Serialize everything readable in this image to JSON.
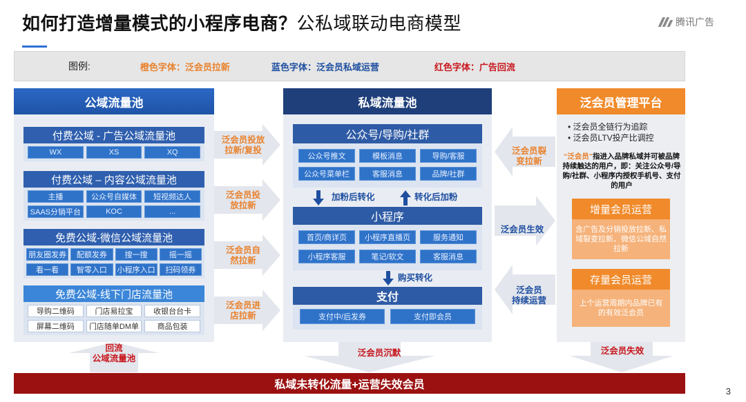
{
  "header": {
    "title_main": "如何打造增量模式的小程序电商？",
    "title_sub": "公私域联动电商模型",
    "brand": "腾讯广告"
  },
  "legend": {
    "title": "图例:",
    "orange_label": "橙色字体：泛会员拉新",
    "blue_label": "蓝色字体：泛会员私域运营",
    "red_label": "红色字体：广告回流",
    "colors": {
      "orange": "#e9822e",
      "blue": "#1f4fa0",
      "red": "#c8161d"
    }
  },
  "public_pool": {
    "title": "公域流量池",
    "groups": [
      {
        "title": "付费公域 - 广告公域流量池",
        "chips": [
          "WX",
          "XS",
          "XQ"
        ]
      },
      {
        "title": "付费公域 – 内容公域流量池",
        "chips": [
          "主播",
          "公众号自媒体",
          "短视频达人",
          "SAAS分销平台",
          "KOC",
          "..."
        ]
      },
      {
        "title": "免费公域-微信公域流量池",
        "chips": [
          "朋友圈发券",
          "配额发券",
          "搜一搜",
          "摇一摇",
          "看一看",
          "智零入口",
          "小程序入口",
          "扫码领券"
        ]
      },
      {
        "title": "免费公域-线下门店流量池",
        "chips": [
          "导购二维码",
          "门店易拉宝",
          "收银台台卡",
          "屏幕二维码",
          "门店随单DM单",
          "商品包装"
        ]
      }
    ]
  },
  "mid_arrows": [
    {
      "line1": "泛会员投放",
      "line2": "拉新/复投"
    },
    {
      "line1": "泛会员投",
      "line2": "放拉新"
    },
    {
      "line1": "泛会员自",
      "line2": "然拉新"
    },
    {
      "line1": "泛会员进",
      "line2": "店拉新"
    }
  ],
  "private_pool": {
    "title": "私域流量池",
    "official": {
      "title": "公众号/导购/社群",
      "chips": [
        "公众号推文",
        "模板消息",
        "导购/客服",
        "公众号菜单栏",
        "客服消息",
        "品牌/社群"
      ]
    },
    "arrow_down_label": "加粉后转化",
    "arrow_up_label": "转化后加粉",
    "mini": {
      "title": "小程序",
      "chips": [
        "首页/商详页",
        "小程序直播页",
        "服务通知",
        "小程序客服",
        "笔记/软文",
        "客服消息"
      ]
    },
    "buy_label": "购买转化",
    "pay": {
      "title": "支付",
      "chips": [
        "支付中/后发券",
        "支付即会员"
      ]
    }
  },
  "right_arrows": [
    {
      "line1": "泛会员裂",
      "line2": "变拉新",
      "tone": "orange"
    },
    {
      "line1": "泛会员生效",
      "line2": "",
      "tone": "blue"
    },
    {
      "line1": "泛会员",
      "line2": "持续运营",
      "tone": "blue"
    }
  ],
  "platform": {
    "title": "泛会员管理平台",
    "bullets": [
      "泛会员全链行为追踪",
      "泛会员LTV投产比调控"
    ],
    "definition_quote": "“泛会员”",
    "definition": "指进入品牌私域并可被品牌持续触达的用户，即：关注公众号/导购/社群、小程序内授权手机号、支付的用户",
    "growth": {
      "title": "增量会员运营",
      "desc": "含广告及分销投放拉新、私域裂变拉新、微信公域自然拉新"
    },
    "stock": {
      "title": "存量会员运营",
      "desc": "上个运营周期内品牌已有的有效泛会员"
    }
  },
  "bottom": {
    "left_label_1": "回流",
    "left_label_2": "公域流量池",
    "mid_label": "泛会员沉默",
    "right_label": "泛会员失效",
    "bar": "私域未转化流量+运营失效会员"
  },
  "page_number": "3"
}
